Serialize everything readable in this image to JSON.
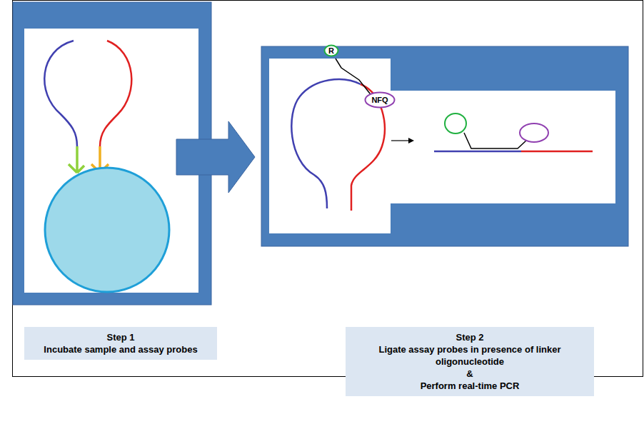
{
  "diagram": {
    "nodes": [
      {
        "text": [
          "Step 1",
          "Incubate sample and assay probes"
        ]
      },
      {
        "text": [
          "Step 2",
          "Ligate assay probes in presence of linker oligonucleotide",
          "&",
          "Perform real-time PCR"
        ]
      },
      {
        "text": [
          "R"
        ]
      },
      {
        "text": [
          "NFQ"
        ]
      }
    ]
  }
}
